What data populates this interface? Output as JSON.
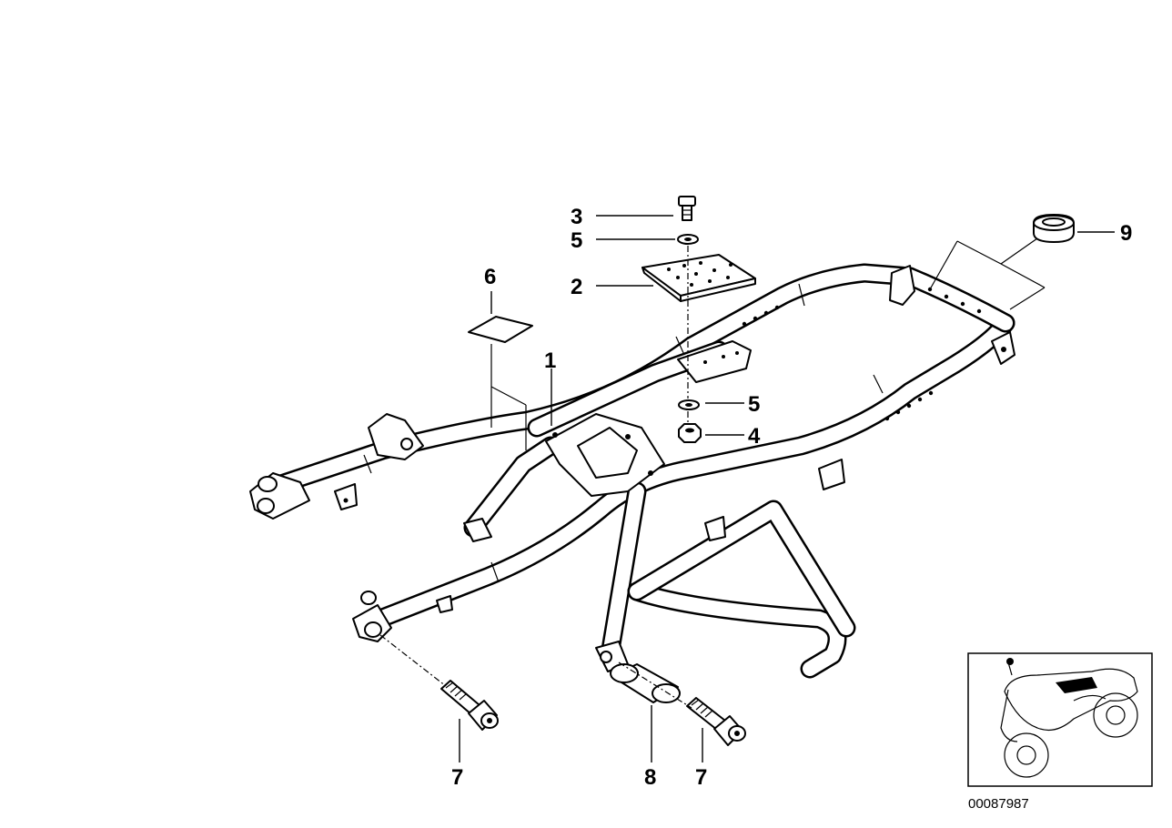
{
  "diagram": {
    "callouts": {
      "c1": "1",
      "c2": "2",
      "c3": "3",
      "c4": "4",
      "c5a": "5",
      "c5b": "5",
      "c6": "6",
      "c7a": "7",
      "c7b": "7",
      "c8": "8",
      "c9": "9"
    },
    "document_number": "00087987"
  }
}
